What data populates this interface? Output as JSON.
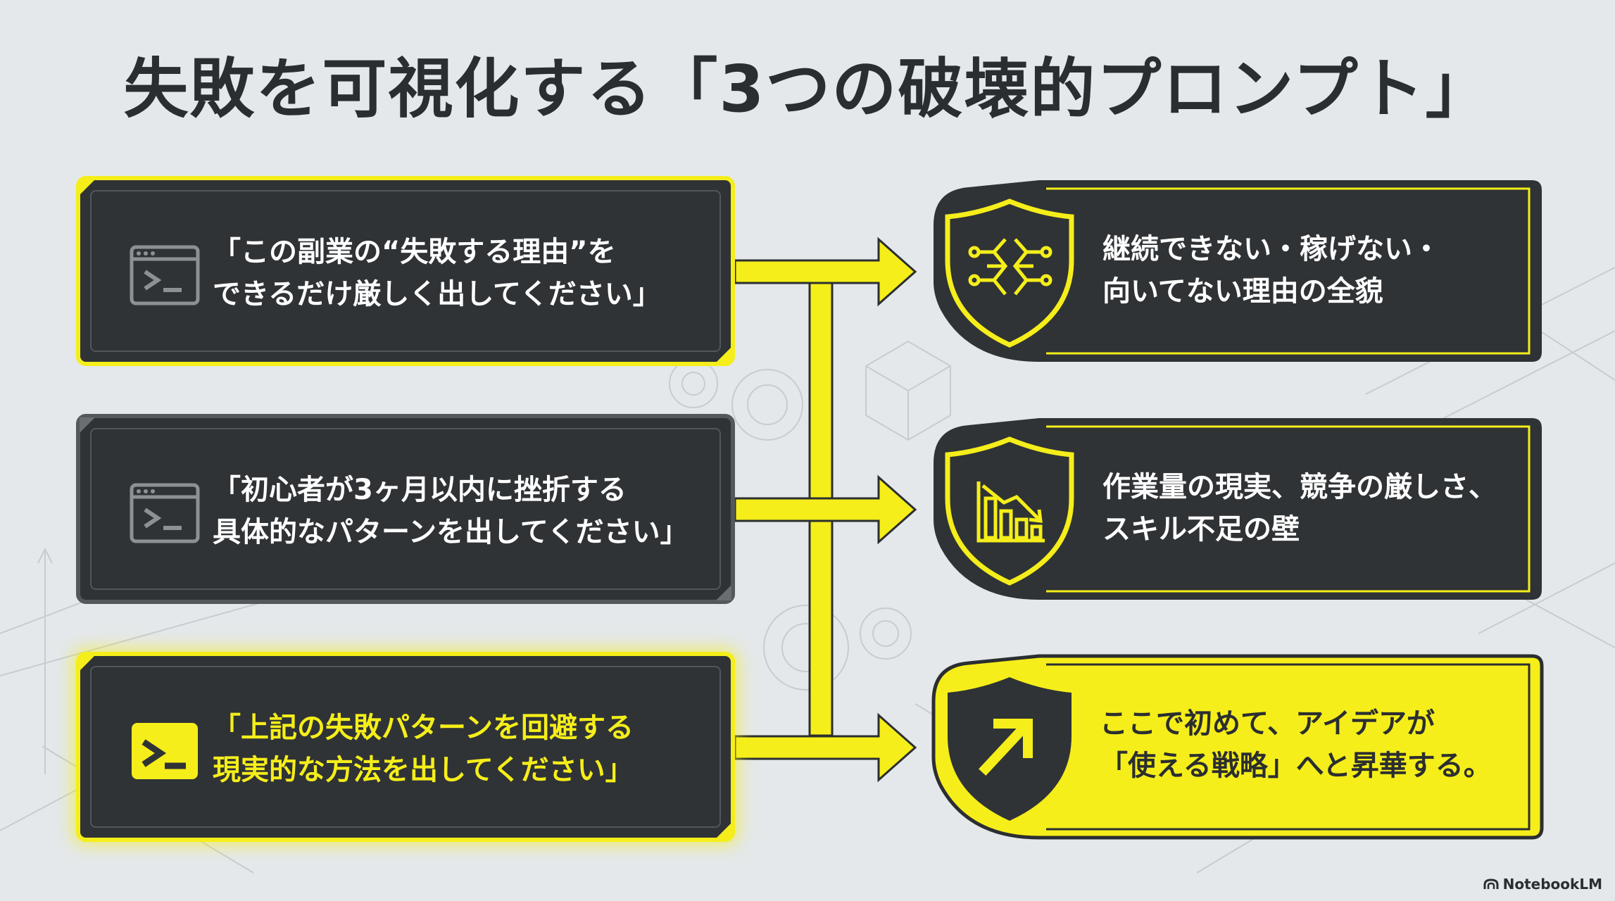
{
  "title": "失敗を可視化する「3つの破壊的プロンプト」",
  "prompts": [
    {
      "lines": [
        "「この副業の“失敗する理由”を",
        "できるだけ厳しく出してください」"
      ],
      "icon": "terminal-icon"
    },
    {
      "lines": [
        "「初心者が3ヶ月以内に挫折する",
        "具体的なパターンを出してください」"
      ],
      "icon": "terminal-icon"
    },
    {
      "lines": [
        "「上記の失敗パターンを回避する",
        "現実的な方法を出してください」"
      ],
      "icon": "terminal-icon"
    }
  ],
  "results": [
    {
      "lines": [
        "継続できない・稼げない・",
        "向いてない理由の全貌"
      ],
      "icon": "circuit-icon"
    },
    {
      "lines": [
        "作業量の現実、競争の厳しさ、",
        "スキル不足の壁"
      ],
      "icon": "declining-chart-icon"
    },
    {
      "lines": [
        "ここで初めて、アイデアが",
        "「使える戦略」へと昇華する。"
      ],
      "icon": "up-arrow-icon"
    }
  ],
  "brand": "NotebookLM",
  "colors": {
    "accent": "#f5ee1a",
    "card": "#2f3336",
    "background": "#e4e8ea",
    "text_dark": "#2b2e30"
  }
}
